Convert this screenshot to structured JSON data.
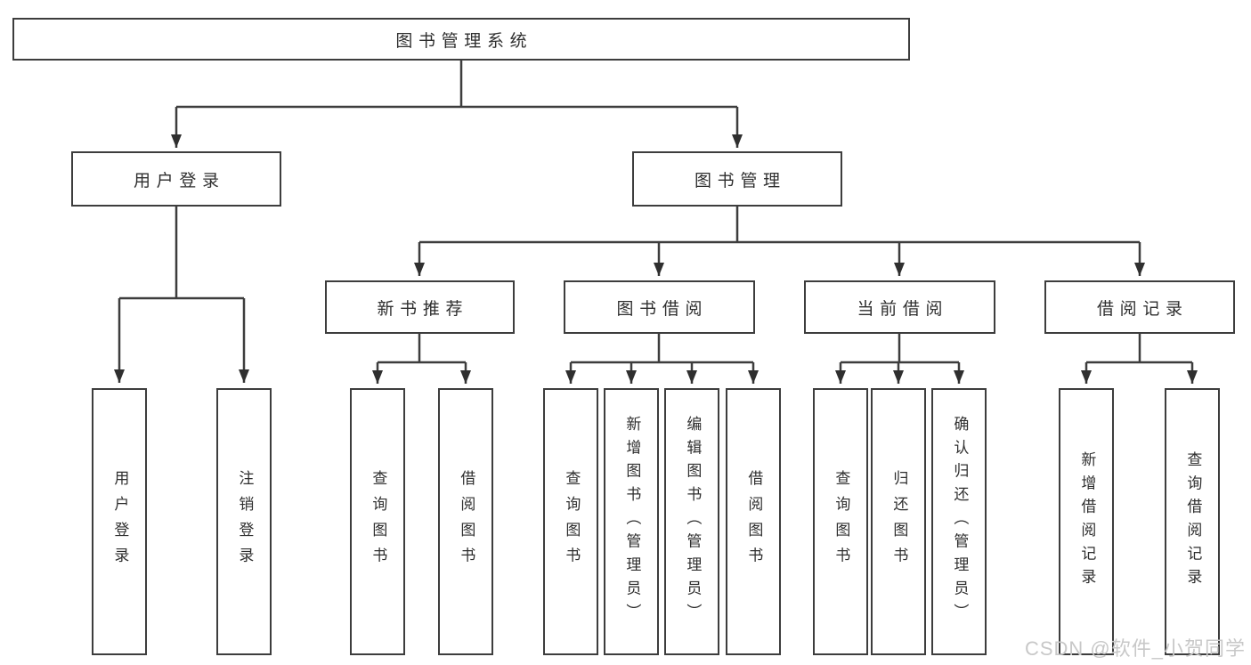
{
  "diagram": {
    "root": {
      "label": "图书管理系统"
    },
    "level2": [
      {
        "label": "用户登录"
      },
      {
        "label": "图书管理"
      }
    ],
    "level3": [
      {
        "label": "新书推荐"
      },
      {
        "label": "图书借阅"
      },
      {
        "label": "当前借阅"
      },
      {
        "label": "借阅记录"
      }
    ],
    "leaves": [
      {
        "label": "用户登录"
      },
      {
        "label": "注销登录"
      },
      {
        "label": "查询图书"
      },
      {
        "label": "借阅图书"
      },
      {
        "label": "查询图书"
      },
      {
        "label": "新增图书（管理员）"
      },
      {
        "label": "编辑图书（管理员）"
      },
      {
        "label": "借阅图书"
      },
      {
        "label": "查询图书"
      },
      {
        "label": "归还图书"
      },
      {
        "label": "确认归还（管理员）"
      },
      {
        "label": "新增借阅记录"
      },
      {
        "label": "查询借阅记录"
      }
    ]
  },
  "watermark": {
    "text": "CSDN @软件_小贺同学"
  },
  "colors": {
    "line": "#3d3d3d",
    "box_border": "#3d3d3d",
    "box_background": "#ffffff",
    "text": "#2f2f2f",
    "watermark": "#c8c8c8",
    "page_background": "#ffffff"
  }
}
